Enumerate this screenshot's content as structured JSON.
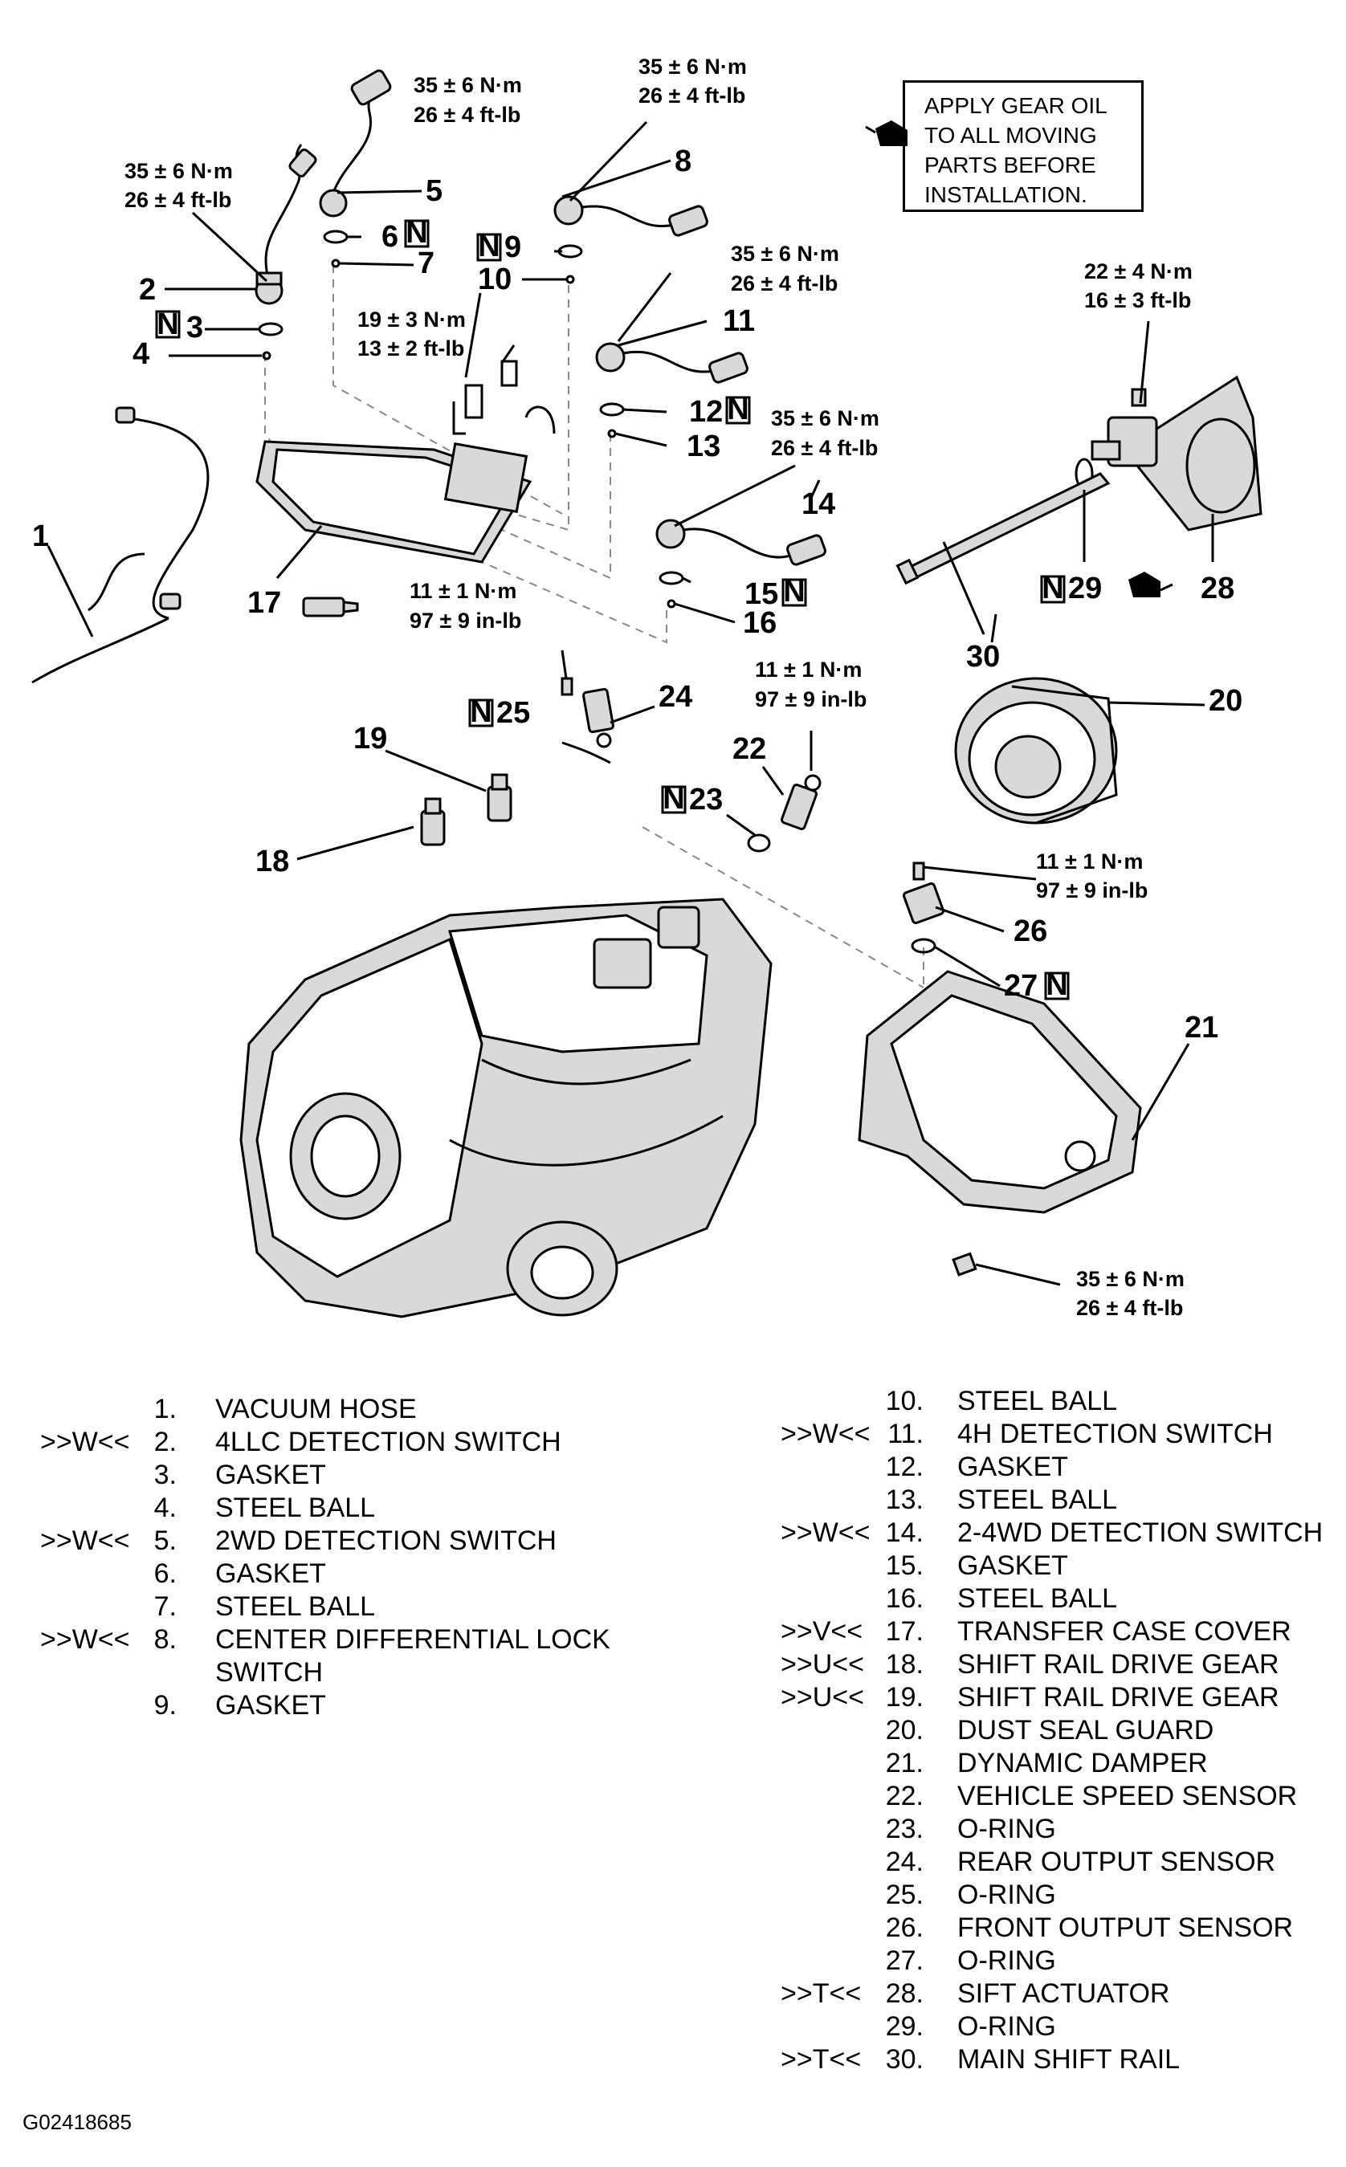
{
  "note": {
    "lines": [
      "APPLY GEAR OIL",
      "TO ALL MOVING",
      "PARTS BEFORE",
      "INSTALLATION."
    ]
  },
  "torque": {
    "t_35nm": "35 ± 6 N·m",
    "t_26ftlb": "26 ± 4 ft-lb",
    "t_19nm": "19 ± 3 N·m",
    "t_13ftlb": "13 ± 2 ft-lb",
    "t_11nm": "11 ± 1 N·m",
    "t_97inlb": "97 ± 9 in-lb",
    "t_22nm": "22 ± 4 N·m",
    "t_16ftlb": "16 ± 3 ft-lb"
  },
  "callouts": {
    "n1": "1",
    "n2": "2",
    "n3": "3",
    "n4": "4",
    "n5": "5",
    "n6": "6",
    "n7": "7",
    "n8": "8",
    "n9": "9",
    "n10": "10",
    "n11": "11",
    "n12": "12",
    "n13": "13",
    "n14": "14",
    "n15": "15",
    "n16": "16",
    "n17": "17",
    "n18": "18",
    "n19": "19",
    "n20": "20",
    "n21": "21",
    "n22": "22",
    "n23": "23",
    "n24": "24",
    "n25": "25",
    "n26": "26",
    "n27": "27",
    "n28": "28",
    "n29": "29",
    "n30": "30",
    "new_part_mark": "N"
  },
  "legend_left": [
    {
      "mark": "",
      "no": "1.",
      "name": "VACUUM HOSE"
    },
    {
      "mark": ">>W<<",
      "no": "2.",
      "name": "4LLC DETECTION SWITCH"
    },
    {
      "mark": "",
      "no": "3.",
      "name": "GASKET"
    },
    {
      "mark": "",
      "no": "4.",
      "name": "STEEL BALL"
    },
    {
      "mark": ">>W<<",
      "no": "5.",
      "name": "2WD DETECTION SWITCH"
    },
    {
      "mark": "",
      "no": "6.",
      "name": "GASKET"
    },
    {
      "mark": "",
      "no": "7.",
      "name": "STEEL BALL"
    },
    {
      "mark": ">>W<<",
      "no": "8.",
      "name": "CENTER DIFFERENTIAL LOCK"
    },
    {
      "mark": "",
      "no": "",
      "name": "SWITCH"
    },
    {
      "mark": "",
      "no": "9.",
      "name": "GASKET"
    }
  ],
  "legend_right": [
    {
      "mark": "",
      "no": "10.",
      "name": "STEEL BALL"
    },
    {
      "mark": ">>W<<",
      "no": "11.",
      "name": "4H DETECTION SWITCH"
    },
    {
      "mark": "",
      "no": "12.",
      "name": "GASKET"
    },
    {
      "mark": "",
      "no": "13.",
      "name": "STEEL BALL"
    },
    {
      "mark": ">>W<<",
      "no": "14.",
      "name": "2-4WD DETECTION SWITCH"
    },
    {
      "mark": "",
      "no": "15.",
      "name": "GASKET"
    },
    {
      "mark": "",
      "no": "16.",
      "name": "STEEL BALL"
    },
    {
      "mark": ">>V<<",
      "no": "17.",
      "name": "TRANSFER CASE COVER"
    },
    {
      "mark": ">>U<<",
      "no": "18.",
      "name": "SHIFT RAIL DRIVE GEAR"
    },
    {
      "mark": ">>U<<",
      "no": "19.",
      "name": "SHIFT RAIL DRIVE GEAR"
    },
    {
      "mark": "",
      "no": "20.",
      "name": "DUST SEAL GUARD"
    },
    {
      "mark": "",
      "no": "21.",
      "name": "DYNAMIC DAMPER"
    },
    {
      "mark": "",
      "no": "22.",
      "name": "VEHICLE SPEED SENSOR"
    },
    {
      "mark": "",
      "no": "23.",
      "name": "O-RING"
    },
    {
      "mark": "",
      "no": "24.",
      "name": "REAR OUTPUT SENSOR"
    },
    {
      "mark": "",
      "no": "25.",
      "name": "O-RING"
    },
    {
      "mark": "",
      "no": "26.",
      "name": "FRONT OUTPUT SENSOR"
    },
    {
      "mark": "",
      "no": "27.",
      "name": "O-RING"
    },
    {
      "mark": ">>T<<",
      "no": "28.",
      "name": "SIFT ACTUATOR"
    },
    {
      "mark": "",
      "no": "29.",
      "name": "O-RING"
    },
    {
      "mark": ">>T<<",
      "no": "30.",
      "name": "MAIN SHIFT RAIL"
    }
  ],
  "figure_id": "G02418685"
}
